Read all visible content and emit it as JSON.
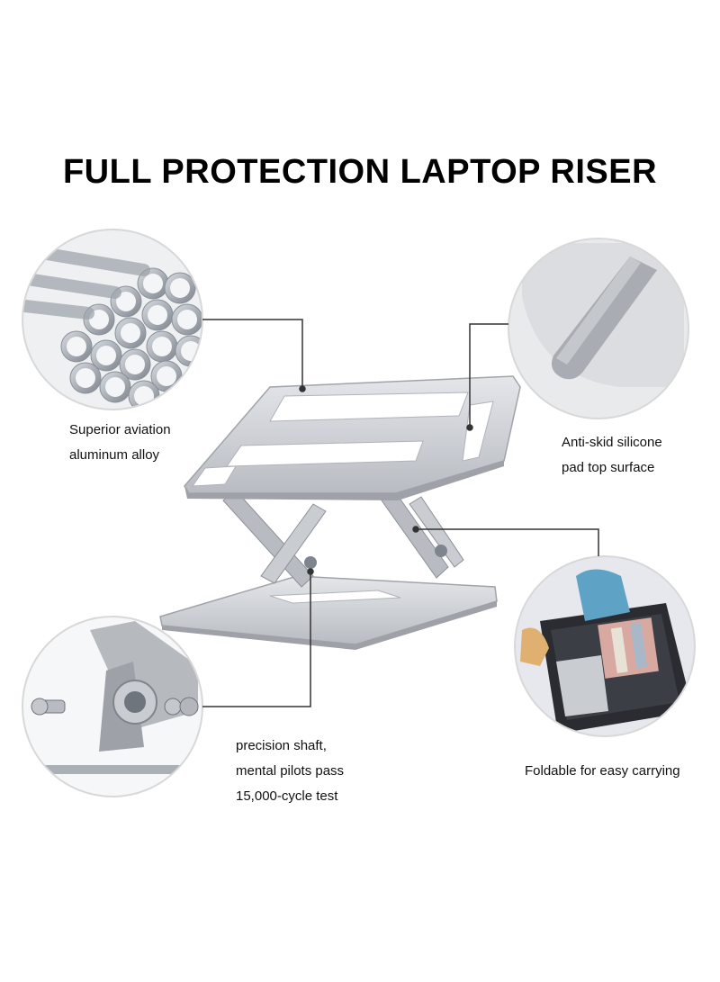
{
  "title": "FULL PROTECTION LAPTOP RISER",
  "features": [
    {
      "lines": [
        "Superior aviation",
        "aluminum alloy"
      ],
      "icon": "aluminum-tubes-icon"
    },
    {
      "lines": [
        "Anti-skid silicone",
        "pad top surface"
      ],
      "icon": "silicone-pad-icon"
    },
    {
      "lines": [
        "precision shaft,",
        "mental pilots pass",
        "15,000-cycle test"
      ],
      "icon": "precision-shaft-icon"
    },
    {
      "lines": [
        "Foldable for easy carrying"
      ],
      "icon": "foldable-bag-icon"
    }
  ],
  "colors": {
    "aluminum": "#c9ccd1",
    "aluminum_dark": "#9ea2a8",
    "leader_line": "#333333"
  }
}
